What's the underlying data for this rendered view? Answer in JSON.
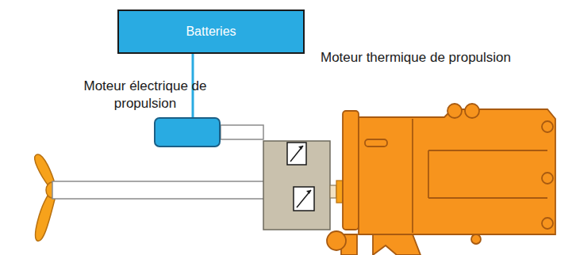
{
  "diagram": {
    "nodes": [
      {
        "text": [
          "Batteries"
        ]
      },
      {
        "text": [
          "Moteur électrique de propulsion"
        ]
      },
      {
        "text": [
          "Moteur thermique de propulsion"
        ]
      }
    ],
    "edges": [
      {
        "from": 0,
        "to": 1,
        "arrow": "none"
      }
    ]
  }
}
